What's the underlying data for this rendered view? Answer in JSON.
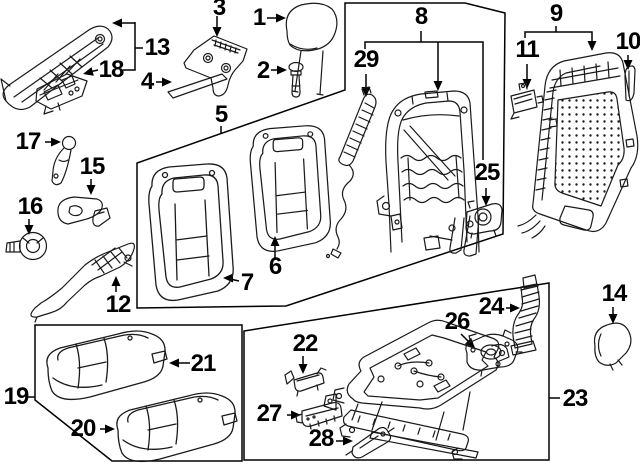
{
  "figure": {
    "description": "Exploded parts diagram of a vehicle front seat assembly",
    "background_color": "#ffffff",
    "line_color": "#1a1a1a",
    "label_color": "#000000"
  },
  "labels": {
    "n1": "1",
    "n2": "2",
    "n3": "3",
    "n4": "4",
    "n5": "5",
    "n6": "6",
    "n7": "7",
    "n8": "8",
    "n9": "9",
    "n10": "10",
    "n11": "11",
    "n12": "12",
    "n13": "13",
    "n14": "14",
    "n15": "15",
    "n16": "16",
    "n17": "17",
    "n18": "18",
    "n19": "19",
    "n20": "20",
    "n21": "21",
    "n22": "22",
    "n23": "23",
    "n24": "24",
    "n25": "25",
    "n26": "26",
    "n27": "27",
    "n28": "28",
    "n29": "29"
  }
}
